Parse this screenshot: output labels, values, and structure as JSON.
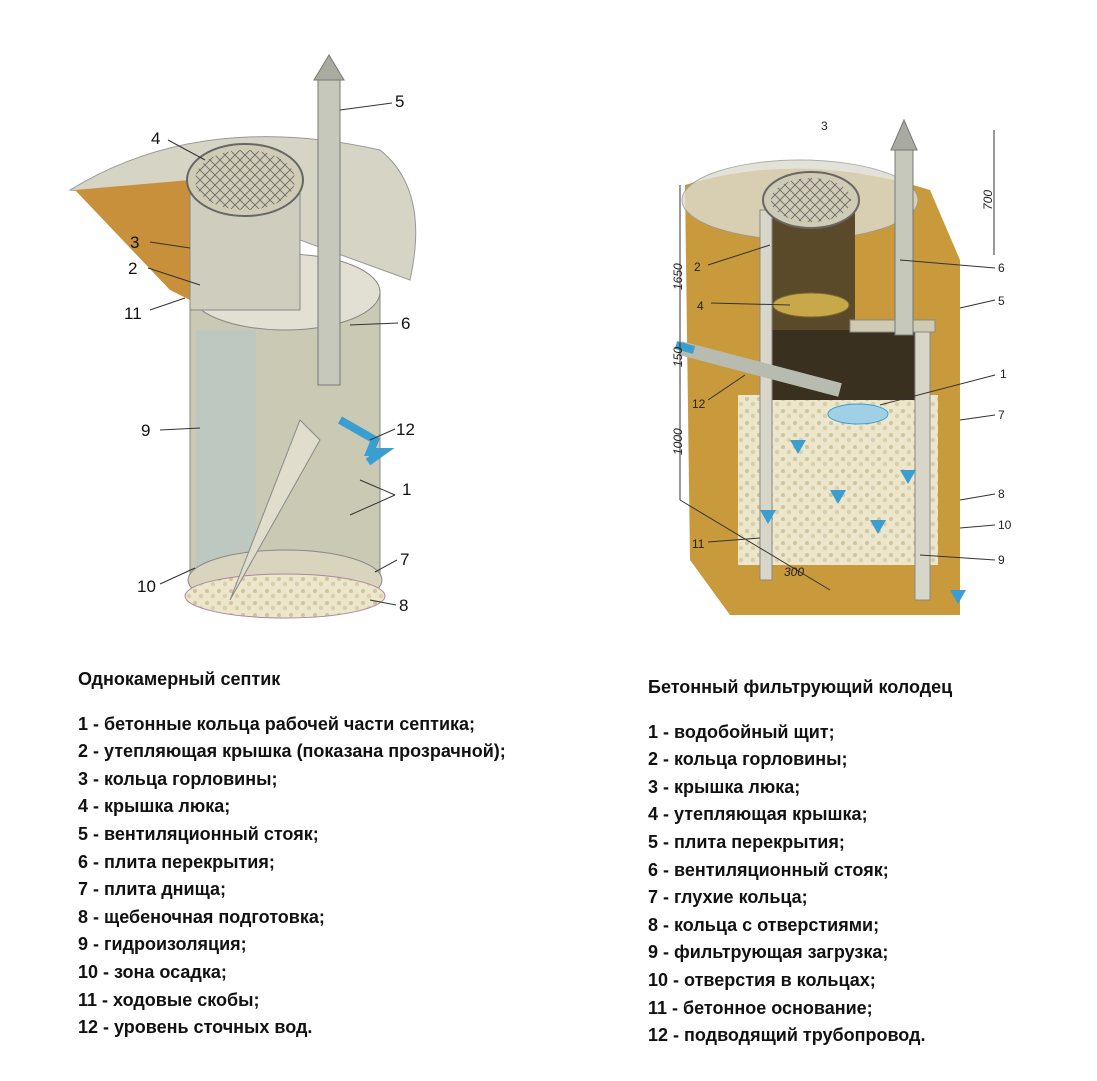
{
  "left_diagram": {
    "title": "Однокамерный септик",
    "callouts": [
      "1",
      "2",
      "3",
      "4",
      "5",
      "6",
      "7",
      "8",
      "9",
      "10",
      "11",
      "12"
    ],
    "legend": [
      "1 - бетонные кольца рабочей части септика;",
      "2 - утепляющая крышка (показана прозрачной);",
      "3 - кольца горловины;",
      "4 - крышка люка;",
      "5 - вентиляционный стояк;",
      "6 - плита перекрытия;",
      "7 - плита днища;",
      "8 - щебеночная подготовка;",
      "9 - гидроизоляция;",
      "10 - зона осадка;",
      "11 - ходовые скобы;",
      "12 - уровень сточных вод."
    ]
  },
  "right_diagram": {
    "title": "Бетонный фильтрующий колодец",
    "callouts": [
      "1",
      "2",
      "3",
      "4",
      "5",
      "6",
      "7",
      "8",
      "9",
      "10",
      "11",
      "12"
    ],
    "dimensions": [
      "1650",
      "700",
      "150",
      "1000",
      "300"
    ],
    "legend": [
      "1 - водобойный щит;",
      "2 - кольца горловины;",
      "3 - крышка люка;",
      "4 - утепляющая крышка;",
      "5 - плита перекрытия;",
      "6 - вентиляционный стояк;",
      "7 - глухие кольца;",
      "8 - кольца с отверстиями;",
      "9 - фильтрующая загрузка;",
      "10 - отверстия в кольцах;",
      "11 - бетонное основание;",
      "12 - подводящий трубопровод."
    ]
  },
  "colors": {
    "soil": "#c89a3c",
    "concrete": "#d8d6c8",
    "water": "#3a9fd0",
    "gravel": "#e8e2c8"
  }
}
